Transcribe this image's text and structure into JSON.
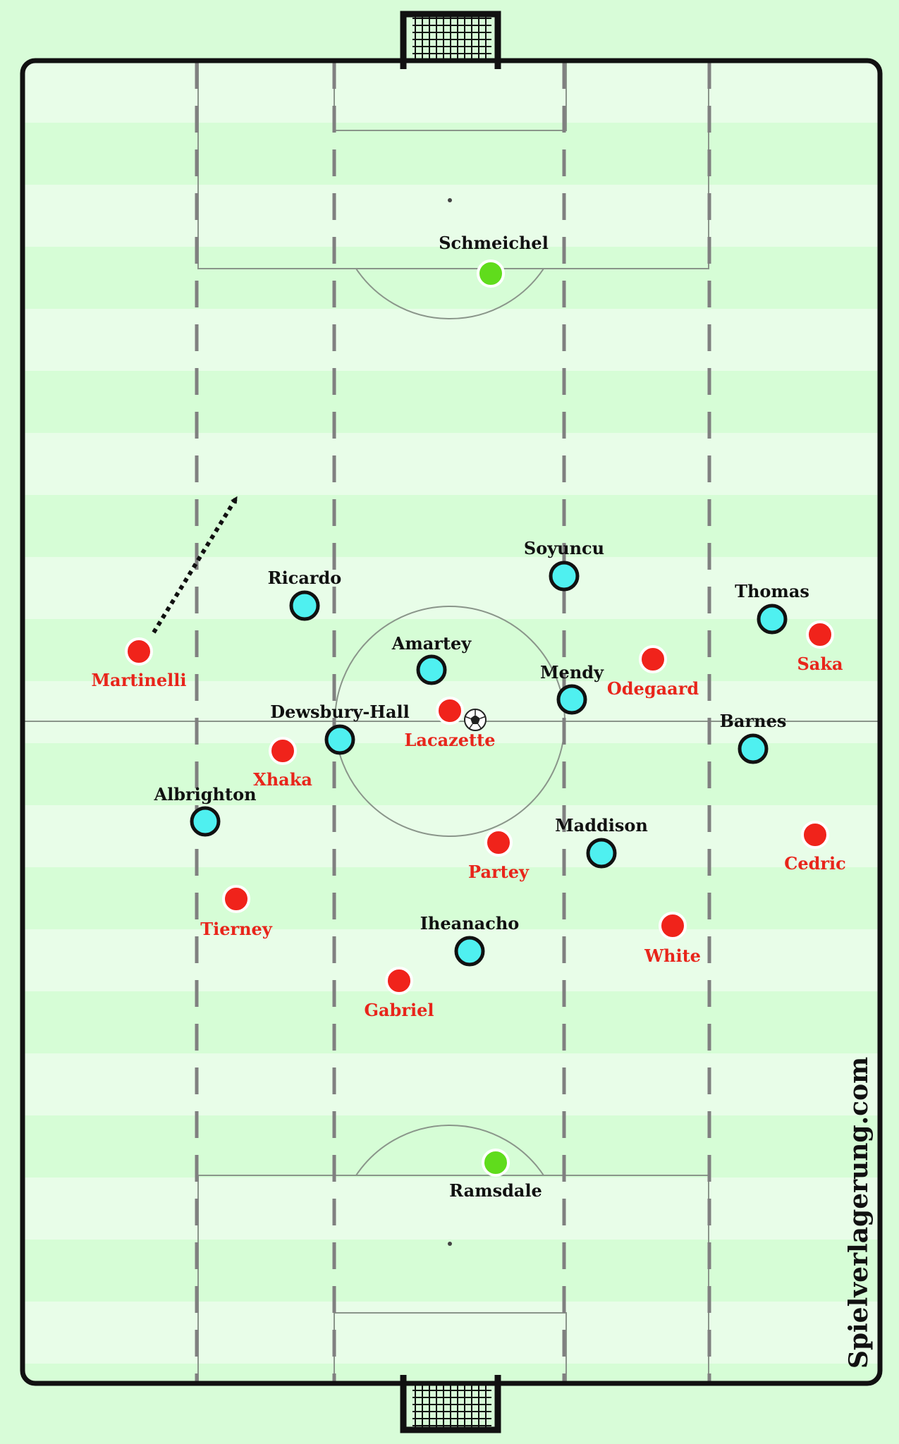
{
  "watermark": "Spielverlagerung.com",
  "colors": {
    "background": "#d8fcd8",
    "stripe_dark": "#d6fdd6",
    "stripe_light": "#e8fde8",
    "line": "#8a958a",
    "border": "#111111",
    "lane": "#808080",
    "team_cyan": "#4ff0f0",
    "team_red": "#f0231b",
    "goalkeeper": "#60dc1c",
    "label_dark": "#111111",
    "label_red": "#e8251b"
  },
  "players": {
    "schmeichel": {
      "name": "Schmeichel",
      "team": "goalkeeper",
      "icon": "green-player-marker"
    },
    "soyuncu": {
      "name": "Soyuncu",
      "team": "cyan",
      "icon": "cyan-player-marker"
    },
    "ricardo": {
      "name": "Ricardo",
      "team": "cyan",
      "icon": "cyan-player-marker"
    },
    "thomas": {
      "name": "Thomas",
      "team": "cyan",
      "icon": "cyan-player-marker"
    },
    "amartey": {
      "name": "Amartey",
      "team": "cyan",
      "icon": "cyan-player-marker"
    },
    "mendy": {
      "name": "Mendy",
      "team": "cyan",
      "icon": "cyan-player-marker"
    },
    "dewsbury_hall": {
      "name": "Dewsbury-Hall",
      "team": "cyan",
      "icon": "cyan-player-marker"
    },
    "barnes": {
      "name": "Barnes",
      "team": "cyan",
      "icon": "cyan-player-marker"
    },
    "albrighton": {
      "name": "Albrighton",
      "team": "cyan",
      "icon": "cyan-player-marker"
    },
    "maddison": {
      "name": "Maddison",
      "team": "cyan",
      "icon": "cyan-player-marker"
    },
    "iheanacho": {
      "name": "Iheanacho",
      "team": "cyan",
      "icon": "cyan-player-marker"
    },
    "martinelli": {
      "name": "Martinelli",
      "team": "red",
      "icon": "red-player-marker"
    },
    "saka": {
      "name": "Saka",
      "team": "red",
      "icon": "red-player-marker"
    },
    "odegaard": {
      "name": "Odegaard",
      "team": "red",
      "icon": "red-player-marker"
    },
    "lacazette": {
      "name": "Lacazette",
      "team": "red",
      "icon": "red-player-marker"
    },
    "xhaka": {
      "name": "Xhaka",
      "team": "red",
      "icon": "red-player-marker"
    },
    "partey": {
      "name": "Partey",
      "team": "red",
      "icon": "red-player-marker"
    },
    "cedric": {
      "name": "Cedric",
      "team": "red",
      "icon": "red-player-marker"
    },
    "tierney": {
      "name": "Tierney",
      "team": "red",
      "icon": "red-player-marker"
    },
    "white": {
      "name": "White",
      "team": "red",
      "icon": "red-player-marker"
    },
    "gabriel": {
      "name": "Gabriel",
      "team": "red",
      "icon": "red-player-marker"
    },
    "ramsdale": {
      "name": "Ramsdale",
      "team": "goalkeeper",
      "icon": "green-player-marker"
    }
  },
  "ball": {
    "icon": "football-icon"
  },
  "run_arrow": {
    "icon": "dotted-arrow-icon",
    "player": "Martinelli"
  }
}
